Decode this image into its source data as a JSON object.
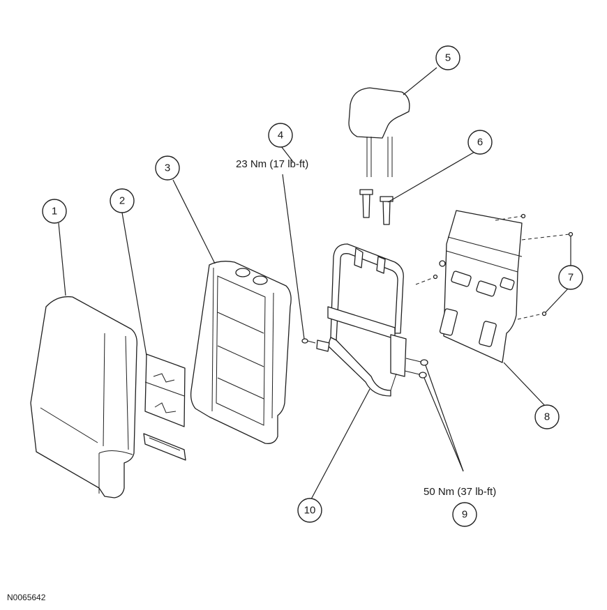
{
  "callouts": [
    {
      "id": "1",
      "label": "1"
    },
    {
      "id": "2",
      "label": "2"
    },
    {
      "id": "3",
      "label": "3"
    },
    {
      "id": "4",
      "label": "4"
    },
    {
      "id": "5",
      "label": "5"
    },
    {
      "id": "6",
      "label": "6"
    },
    {
      "id": "7",
      "label": "7"
    },
    {
      "id": "8",
      "label": "8"
    },
    {
      "id": "9",
      "label": "9"
    },
    {
      "id": "10",
      "label": "10"
    }
  ],
  "torque_specs": {
    "item4": "23 Nm (17 lb-ft)",
    "item9": "50 Nm (37 lb-ft)"
  },
  "figure_id": "N0065642"
}
